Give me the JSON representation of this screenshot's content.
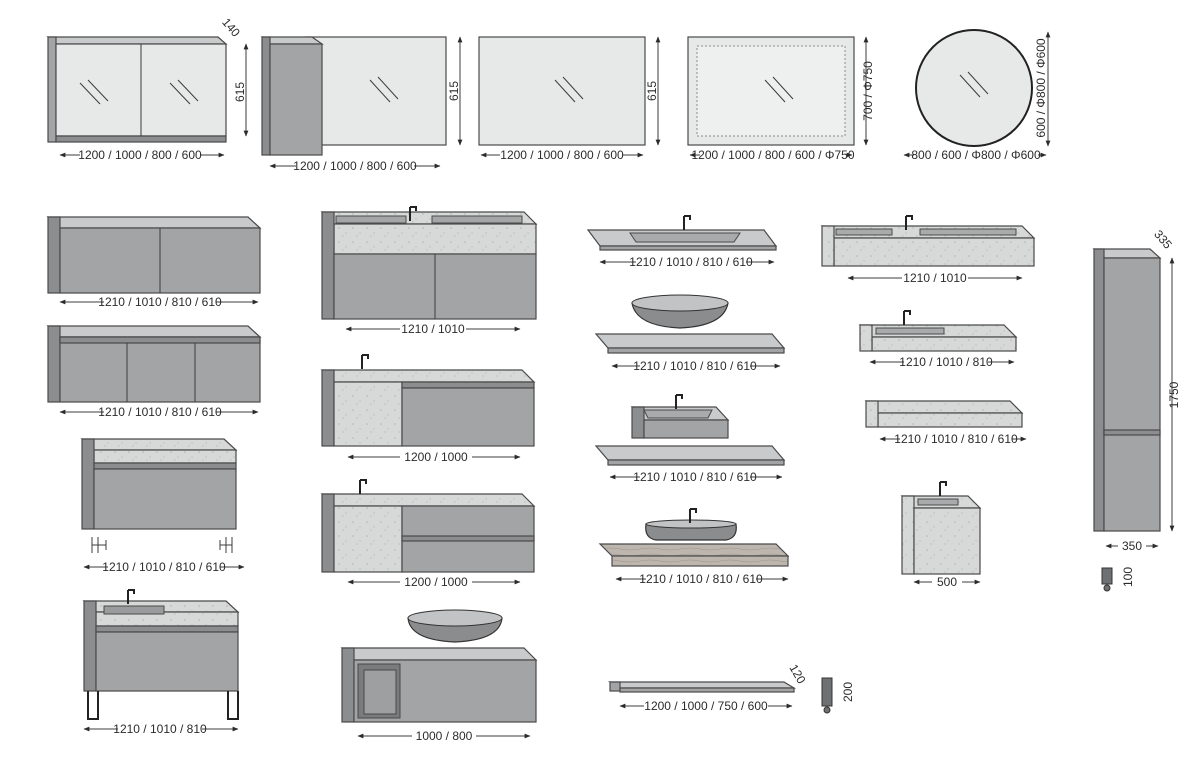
{
  "colors": {
    "cabinet": "#a3a4a6",
    "cabinet_dark": "#8c8d8f",
    "top_surface": "#c9cacb",
    "glass": "#e7e8e8",
    "stone": "#d3d4d4",
    "line": "#3c3c3c",
    "background": "#ffffff"
  },
  "mirrors": {
    "cabinet_mirror": {
      "width": "1200 / 1000 / 800 / 600",
      "height": "615",
      "depth": "140"
    },
    "mirror_with_column": {
      "width": "1200 / 1000 / 800 / 600",
      "height": "615"
    },
    "plain_mirror": {
      "width": "1200 / 1000 / 800 / 600",
      "height": "615"
    },
    "led_mirror": {
      "width": "1200 / 1000 / 800 / 600 / Φ750",
      "height": "700 / Φ750"
    },
    "round_mirror": {
      "width": "800 / 600 / Φ800 / Φ600",
      "height": "600 / Φ800 / Φ600"
    }
  },
  "base_units": {
    "two_door": "1210 / 1010 / 810 / 610",
    "three_door": "1210 / 1010 / 810 / 610",
    "wall_hung_drawer": "1210 / 1010 / 810 / 610",
    "floor_legs": "1210 / 1010 / 810"
  },
  "stone_vanities": {
    "double_basin": "1210 / 1010",
    "single_drawer": "1200 / 1000",
    "two_drawer": "1200 / 1000",
    "open_niche": "1000 / 800"
  },
  "tops": {
    "integrated_basin_slab": "1210 / 1010 / 810 / 610",
    "vessel_on_slab": "1210 / 1010 / 810 / 610",
    "square_basin_on_slab": "1210 / 1010 / 810 / 610",
    "trough_on_wood": "1210 / 1010 / 810 / 610",
    "shelf": {
      "width": "1200 / 1000 / 750 / 600",
      "depth": "120"
    },
    "shelf_bracket_height": "200"
  },
  "stone_tops": {
    "wide_block": "1210 / 1010",
    "basin_block": "1210 / 1010 / 810",
    "plain_block": "1210 / 1010 / 810 / 610",
    "cube_basin": "500"
  },
  "tall_unit": {
    "width": "350",
    "height": "1750",
    "depth": "335",
    "foot": "100"
  }
}
